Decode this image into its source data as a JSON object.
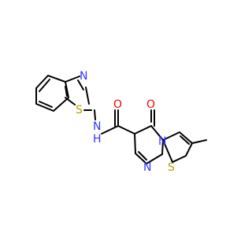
{
  "molecule": {
    "atom_labels": {
      "n_benzothiazole": "N",
      "s_benzothiazole": "S",
      "nh_amide": "N",
      "h_amide": "H",
      "o_carbonyl_amide": "O",
      "o_ring": "O",
      "n_bridge": "N",
      "n_pyrimidine": "N",
      "s_thiazole": "S"
    },
    "colors": {
      "bond": "#000000",
      "nitrogen": "#3333ff",
      "oxygen": "#ff0000",
      "sulfur": "#b2a000"
    }
  }
}
